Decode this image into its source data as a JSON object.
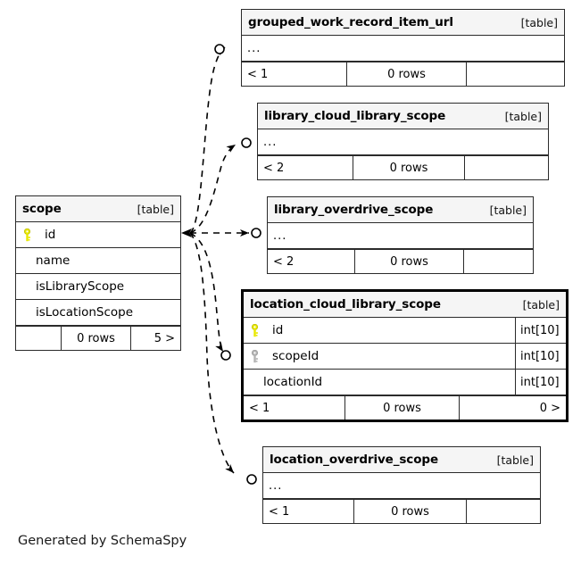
{
  "diagram": {
    "tool": "SchemaSpy",
    "caption": "Generated by SchemaSpy",
    "kind_label": "[table]",
    "ellipsis": "...",
    "focus_table": "location_cloud_library_scope",
    "colors": {
      "background": "#ffffff",
      "table_header_fill": "#f5f5f5",
      "border": "#2b2b2b",
      "focus_border": "#000000",
      "primary_key": "#e8e800",
      "foreign_key": "#b3b3b3",
      "edge": "#000000"
    }
  },
  "tables": [
    {
      "id": "grouped_work_record_item_url",
      "name": "grouped_work_record_item_url",
      "kind": "[table]",
      "collapsed": true,
      "columns": [],
      "footer": {
        "left": "< 1",
        "middle": "0 rows",
        "right": ""
      }
    },
    {
      "id": "library_cloud_library_scope",
      "name": "library_cloud_library_scope",
      "kind": "[table]",
      "collapsed": true,
      "columns": [],
      "footer": {
        "left": "< 2",
        "middle": "0 rows",
        "right": ""
      }
    },
    {
      "id": "library_overdrive_scope",
      "name": "library_overdrive_scope",
      "kind": "[table]",
      "collapsed": true,
      "columns": [],
      "footer": {
        "left": "< 2",
        "middle": "0 rows",
        "right": ""
      }
    },
    {
      "id": "scope",
      "name": "scope",
      "kind": "[table]",
      "collapsed": false,
      "columns": [
        {
          "name": "id",
          "key": "primary",
          "type": ""
        },
        {
          "name": "name",
          "key": "none",
          "type": ""
        },
        {
          "name": "isLibraryScope",
          "key": "none",
          "type": ""
        },
        {
          "name": "isLocationScope",
          "key": "none",
          "type": ""
        }
      ],
      "footer": {
        "left": "",
        "middle": "0 rows",
        "right": "5 >"
      }
    },
    {
      "id": "location_cloud_library_scope",
      "name": "location_cloud_library_scope",
      "kind": "[table]",
      "collapsed": false,
      "focused": true,
      "columns": [
        {
          "name": "id",
          "key": "primary",
          "type": "int[10]"
        },
        {
          "name": "scopeId",
          "key": "foreign",
          "type": "int[10]"
        },
        {
          "name": "locationId",
          "key": "none",
          "type": "int[10]"
        }
      ],
      "footer": {
        "left": "< 1",
        "middle": "0 rows",
        "right": "0 >"
      }
    },
    {
      "id": "location_overdrive_scope",
      "name": "location_overdrive_scope",
      "kind": "[table]",
      "collapsed": true,
      "columns": [],
      "footer": {
        "left": "< 1",
        "middle": "0 rows",
        "right": ""
      }
    }
  ],
  "relationships": [
    {
      "from": "scope.id",
      "to": "grouped_work_record_item_url",
      "style": "dashed",
      "cardinality": "zero-or-more"
    },
    {
      "from": "scope.id",
      "to": "library_cloud_library_scope",
      "style": "dashed",
      "cardinality": "zero-or-more"
    },
    {
      "from": "scope.id",
      "to": "library_overdrive_scope",
      "style": "dashed",
      "cardinality": "zero-or-more"
    },
    {
      "from": "scope.id",
      "to": "location_cloud_library_scope.scopeId",
      "style": "dashed",
      "cardinality": "zero-or-more"
    },
    {
      "from": "scope.id",
      "to": "location_overdrive_scope",
      "style": "dashed",
      "cardinality": "zero-or-more"
    }
  ]
}
